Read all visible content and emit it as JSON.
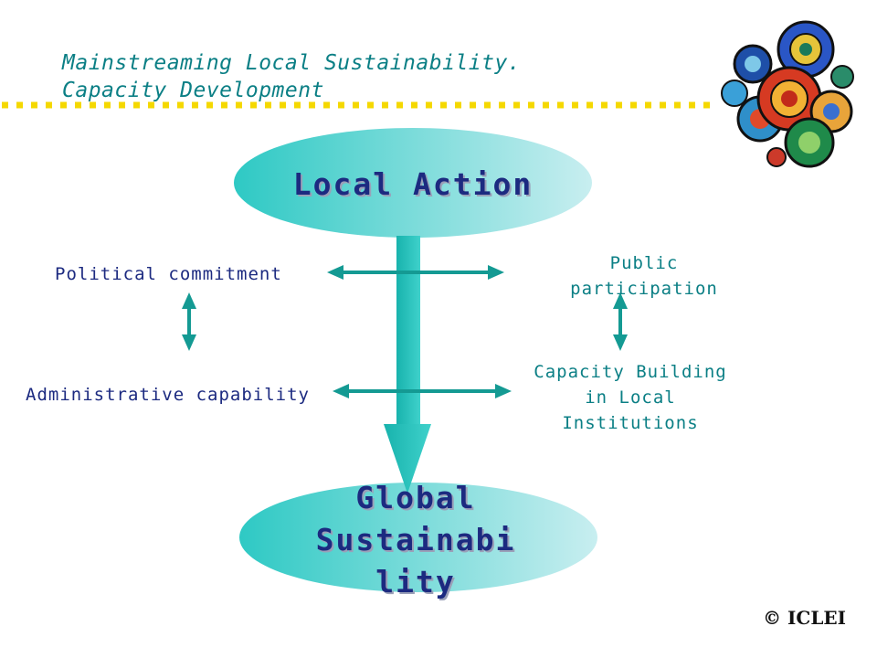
{
  "header": {
    "title_line1": "Mainstreaming Local Sustainability.",
    "title_line2": "Capacity Development"
  },
  "nodes": {
    "local_action": "Local Action",
    "global_sustainability_lines": [
      "Global",
      "Sustainabi",
      "lity"
    ],
    "political_commitment": "Political commitment",
    "administrative_capability": "Administrative capability",
    "public_participation_lines": [
      "Public",
      "participation"
    ],
    "capacity_building_lines": [
      "Capacity Building",
      "in Local",
      "Institutions"
    ]
  },
  "footer": {
    "copyright": "© ICLEI"
  },
  "colors": {
    "teal": "#0b7f85",
    "arrow": "#149a93",
    "navy": "#1c2a80",
    "oval_left": "#2ec9c4",
    "oval_right": "#c8eef0",
    "dots": "#f5d800"
  },
  "icons": {
    "logo": "iclei-swirl-logo-icon"
  }
}
